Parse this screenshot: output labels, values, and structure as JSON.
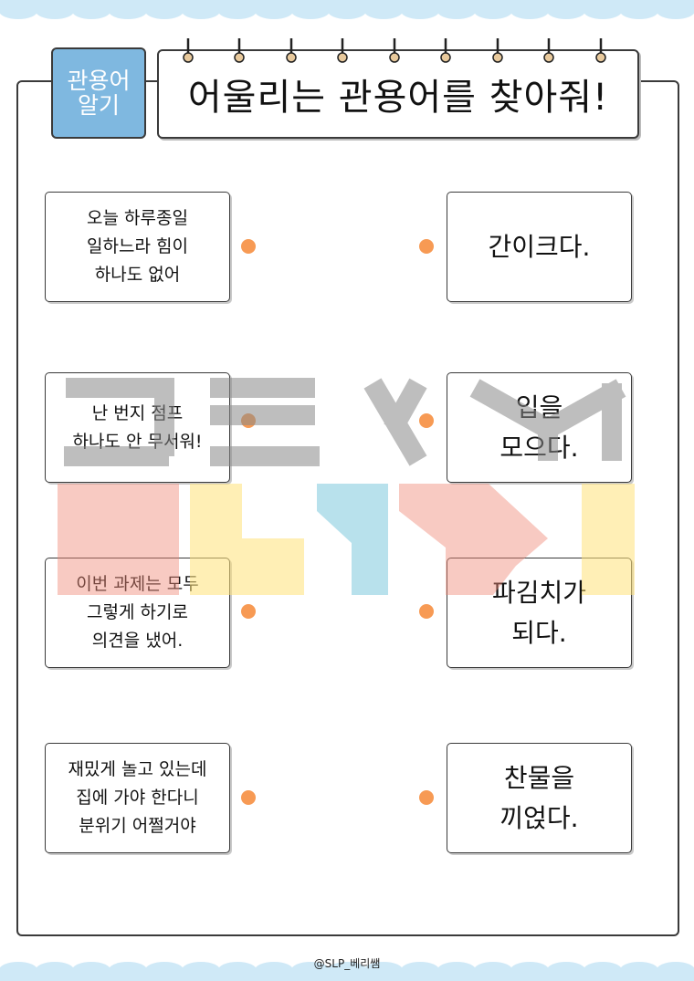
{
  "tag": {
    "line1": "관용어",
    "line2": "알기"
  },
  "title": "어울리는 관용어를 찾아줘!",
  "situations": [
    {
      "text": "오늘 하루종일\n일하느라 힘이\n하나도 없어"
    },
    {
      "text": "난 번지 점프\n하나도 안 무서워!"
    },
    {
      "text": "이번 과제는 모두\n그렇게 하기로\n의견을 냈어."
    },
    {
      "text": "재밌게 놀고 있는데\n집에 가야 한다니\n분위기 어쩔거야"
    }
  ],
  "idioms": [
    {
      "text": "간이크다."
    },
    {
      "text": "입을\n모으다."
    },
    {
      "text": "파김치가\n되다."
    },
    {
      "text": "찬물을\n끼얹다."
    }
  ],
  "credit": "@SLP_베리쌤",
  "colors": {
    "tag": "#7fb8e0",
    "dot": "#f79a54",
    "scallop": "#cfe9f7"
  }
}
